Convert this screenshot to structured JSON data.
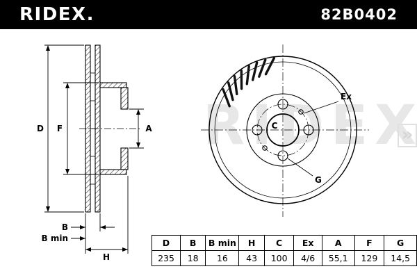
{
  "header": {
    "brand": "RIDEX.",
    "part_number": "82B0402",
    "bar_color": "#000000"
  },
  "watermark": {
    "text": "RIDEX",
    "chevron": "»"
  },
  "cross_section": {
    "labels": {
      "D": "D",
      "F": "F",
      "A": "A",
      "B": "B",
      "B_min": "B min",
      "H": "H"
    }
  },
  "front_view": {
    "labels": {
      "C": "C",
      "Ex": "Ex",
      "G": "G"
    }
  },
  "spec_table": {
    "headers": [
      "D",
      "B",
      "B min",
      "H",
      "C",
      "Ex",
      "A",
      "F",
      "G"
    ],
    "values": [
      "235",
      "18",
      "16",
      "43",
      "100",
      "4/6",
      "55,1",
      "129",
      "14,5"
    ]
  }
}
